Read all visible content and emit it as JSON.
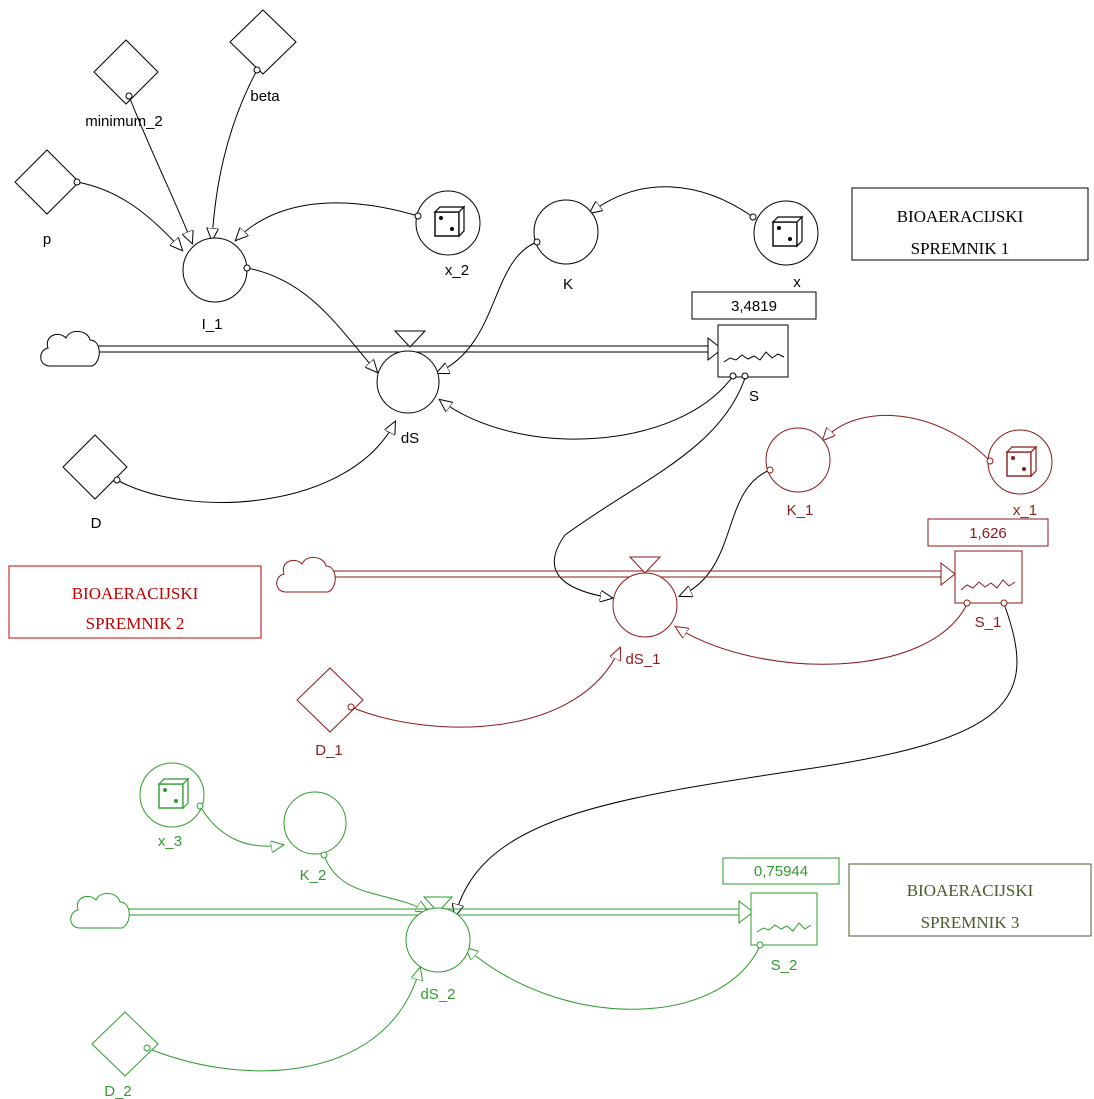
{
  "colors": {
    "tank1": "#000000",
    "tank2": "#8b1a1a",
    "tank3": "#2e9a2e",
    "label3": "#4a5a2a",
    "label2": "#c00000"
  },
  "titles": {
    "tank1": {
      "line1": "BIOAERACIJSKI",
      "line2": "SPREMNIK 1"
    },
    "tank2": {
      "line1": "BIOAERACIJSKI",
      "line2": "SPREMNIK  2"
    },
    "tank3": {
      "line1": "BIOAERACIJSKI",
      "line2": "SPREMNIK 3"
    }
  },
  "values": {
    "S": "3,4819",
    "S_1": "1,626",
    "S_2": "0,75944"
  },
  "labels": {
    "minimum_2": "minimum_2",
    "beta": "beta",
    "p": "p",
    "I_1": "I_1",
    "x_2": "x_2",
    "K": "K",
    "x": "x",
    "S": "S",
    "dS": "dS",
    "D": "D",
    "K_1": "K_1",
    "x_1": "x_1",
    "S_1": "S_1",
    "dS_1": "dS_1",
    "D_1": "D_1",
    "x_3": "x_3",
    "K_2": "K_2",
    "S_2": "S_2",
    "dS_2": "dS_2",
    "D_2": "D_2"
  },
  "icons": {
    "cloud": "cloud-source-icon",
    "dice": "dice-random-icon",
    "stock_graph": "sparkline-graph-icon"
  }
}
